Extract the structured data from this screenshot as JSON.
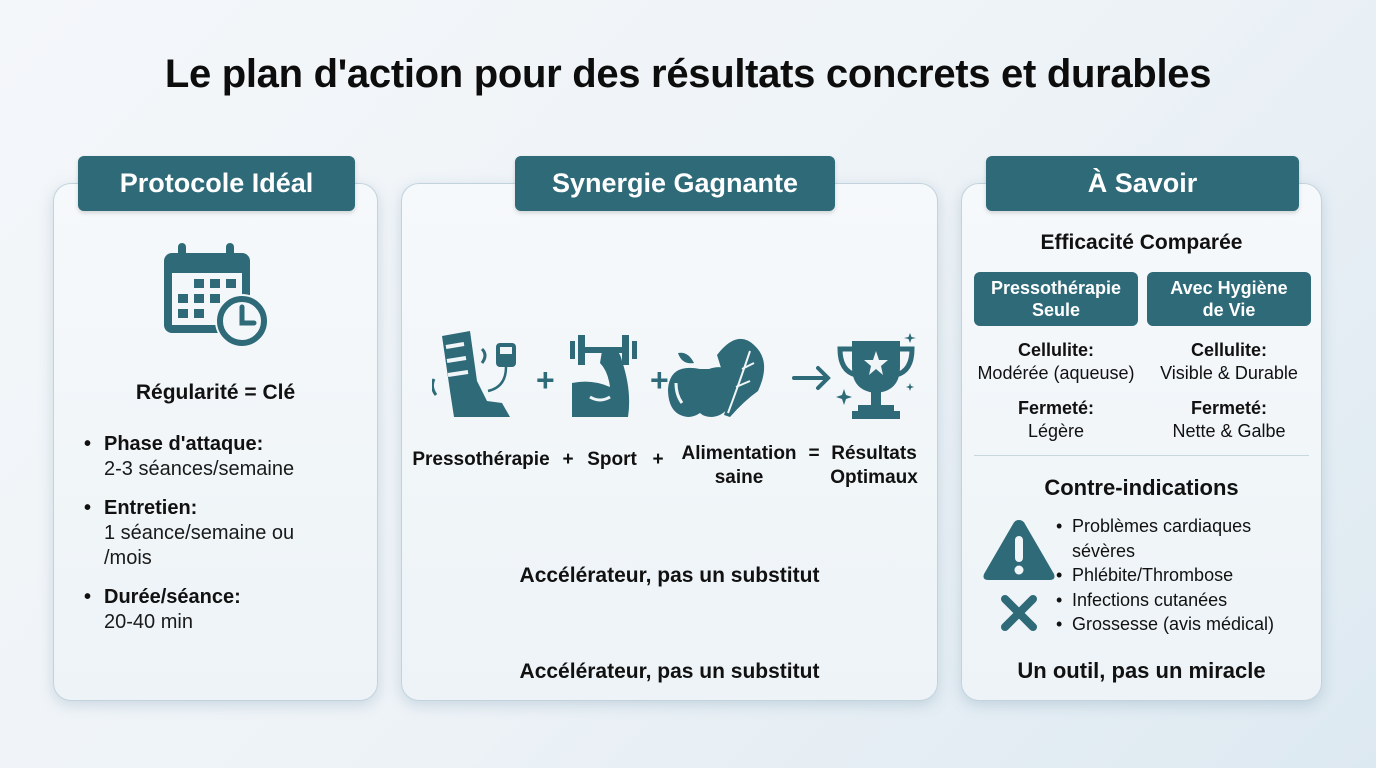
{
  "title": "Le plan d'action pour des résultats concrets et durables",
  "colors": {
    "accent": "#2e6a78",
    "text": "#111111",
    "panel_bg": "#f2f6f9"
  },
  "protocol": {
    "header": "Protocole Idéal",
    "icon": "calendar-clock-icon",
    "subtitle": "Régularité = Clé",
    "items": [
      {
        "label": "Phase d'attaque:",
        "value": "2-3 séances/semaine"
      },
      {
        "label": "Entretien:",
        "value": "1 séance/semaine ou /mois"
      },
      {
        "label": "Durée/séance:",
        "value": "20-40 min"
      }
    ]
  },
  "synergy": {
    "header": "Synergie Gagnante",
    "icons": [
      "pressotherapy-boot-icon",
      "plus-icon",
      "muscle-dumbbell-icon",
      "plus-icon",
      "apple-leaf-icon",
      "arrow-right-icon",
      "trophy-icon"
    ],
    "equation": {
      "term1": "Pressothérapie",
      "op1": "+",
      "term2": "Sport",
      "op2": "+",
      "term3_line1": "Alimentation",
      "term3_line2": "saine",
      "eq": "=",
      "result_line1": "Résultats",
      "result_line2": "Optimaux"
    },
    "tagline1": "Accélérateur, pas un substitut",
    "tagline2": "Accélérateur, pas un substitut"
  },
  "know": {
    "header": "À Savoir",
    "compare_title": "Efficacité Comparée",
    "columns": [
      {
        "header_line1": "Pressothérapie",
        "header_line2": "Seule",
        "cellulite_label": "Cellulite:",
        "cellulite_value": "Modérée (aqueuse)",
        "firmness_label": "Fermeté:",
        "firmness_value": "Légère"
      },
      {
        "header_line1": "Avec Hygiène",
        "header_line2": "de Vie",
        "cellulite_label": "Cellulite:",
        "cellulite_value": "Visible & Durable",
        "firmness_label": "Fermeté:",
        "firmness_value": "Nette & Galbe"
      }
    ],
    "contra_title": "Contre-indications",
    "contra_items": [
      "Problèmes cardiaques sévères",
      "Phlébite/Thrombose",
      "Infections cutanées",
      "Grossesse (avis médical)"
    ],
    "footer": "Un outil, pas un miracle"
  }
}
